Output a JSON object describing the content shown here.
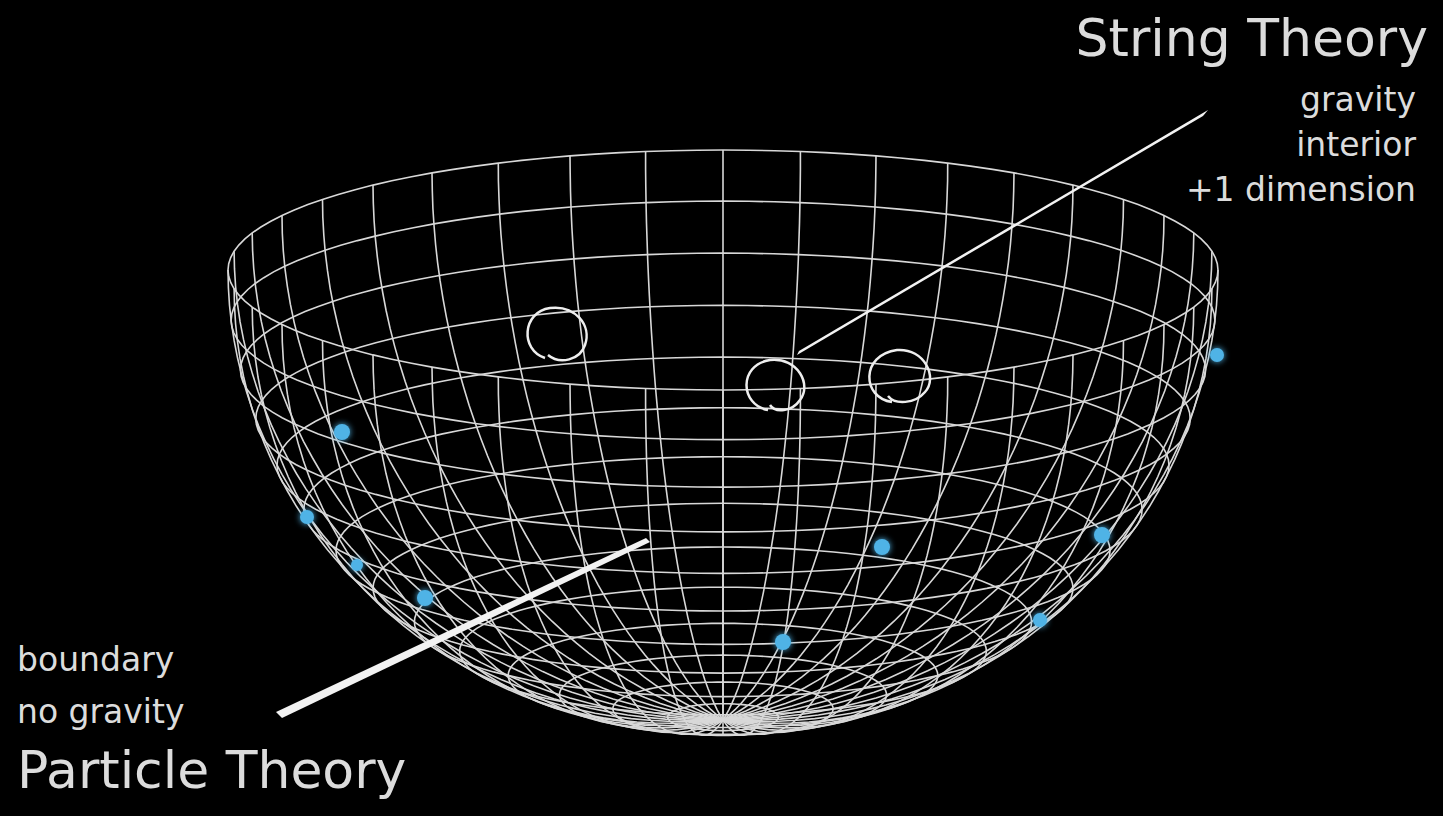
{
  "diagram": {
    "labels": [
      "String Theory",
      "gravity",
      "interior",
      "+1 dimension",
      "boundary",
      "no gravity",
      "Particle Theory"
    ]
  }
}
